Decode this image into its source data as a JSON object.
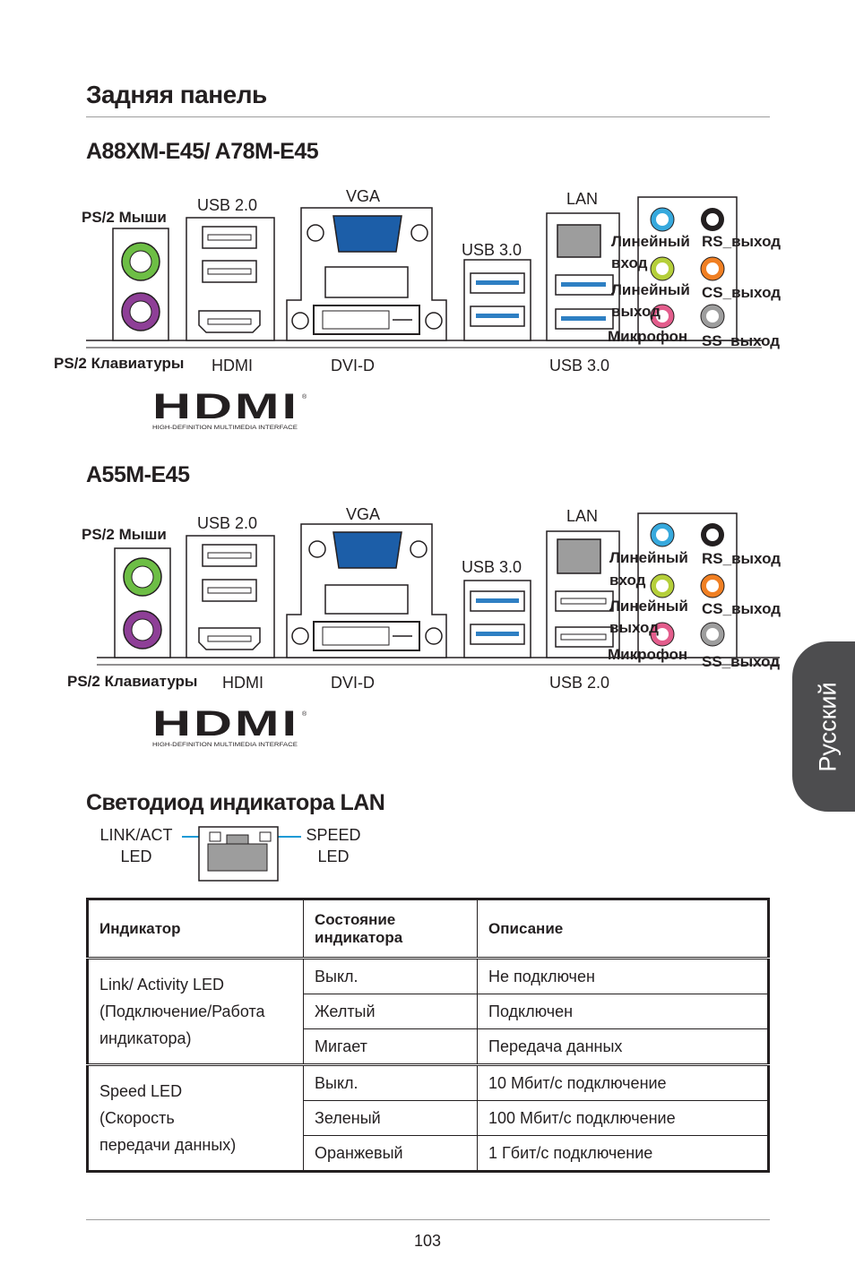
{
  "page_title": "Задняя панель",
  "section1": {
    "model": "A88XM-E45/ A78M-E45",
    "labels": {
      "ps2_mouse": "PS/2 Мыши",
      "usb20": "USB 2.0",
      "vga": "VGA",
      "lan": "LAN",
      "usb30_top": "USB 3.0",
      "ps2_kbd": "PS/2 Клавиатуры",
      "hdmi": "HDMI",
      "dvid": "DVI-D",
      "usb_bottom": "USB 3.0",
      "line_in_1": "Линейный",
      "line_in_2": "вход",
      "line_out_1": "Линейный",
      "line_out_2": "выход",
      "mic": "Микрофон",
      "rs_out": "RS_выход",
      "cs_out": "CS_выход",
      "ss_out": "SS_выход"
    }
  },
  "section2": {
    "model": "A55M-E45",
    "labels": {
      "ps2_mouse": "PS/2 Мыши",
      "usb20": "USB 2.0",
      "vga": "VGA",
      "lan": "LAN",
      "usb30_top": "USB 3.0",
      "ps2_kbd": "PS/2 Клавиатуры",
      "hdmi": "HDMI",
      "dvid": "DVI-D",
      "usb_bottom": "USB 2.0",
      "line_in_1": "Линейный",
      "line_in_2": "вход",
      "line_out_1": "Линейный",
      "line_out_2": "выход",
      "mic": "Микрофон",
      "rs_out": "RS_выход",
      "cs_out": "CS_выход",
      "ss_out": "SS_выход"
    }
  },
  "hdmi_logo": {
    "wordmark": "HDMI",
    "tagline": "HIGH-DEFINITION MULTIMEDIA INTERFACE",
    "reg": "®"
  },
  "lan_led_section": {
    "title": "Светодиод индикатора LAN",
    "link_act_1": "LINK/ACT",
    "link_act_2": "LED",
    "speed_1": "SPEED",
    "speed_2": "LED"
  },
  "table": {
    "headers": [
      "Индикатор",
      "Состояние индикатора",
      "Описание"
    ],
    "header_state_line1": "Состояние",
    "header_state_line2": "индикатора",
    "groups": [
      {
        "indicator_lines": [
          "Link/ Activity LED",
          "(Подключение/Работа",
          "индикатора)"
        ],
        "rows": [
          {
            "state": "Выкл.",
            "desc": "Не подключен"
          },
          {
            "state": "Желтый",
            "desc": "Подключен"
          },
          {
            "state": "Мигает",
            "desc": "Передача данных"
          }
        ]
      },
      {
        "indicator_lines": [
          "Speed LED",
          "(Скорость",
          "передачи данных)"
        ],
        "rows": [
          {
            "state": "Выкл.",
            "desc": "10 Мбит/с подключение"
          },
          {
            "state": "Зеленый",
            "desc": "100 Мбит/с подключение"
          },
          {
            "state": "Оранжевый",
            "desc": "1 Гбит/с подключение"
          }
        ]
      }
    ]
  },
  "side_tab": "Русский",
  "page_number": "103",
  "colors": {
    "ps2_mouse": "#6dbe45",
    "ps2_kbd": "#8e3f97",
    "vga_blue": "#1c5ea8",
    "usb3_blue": "#2e7fc3",
    "audio_blue": "#37a9dd",
    "audio_green": "#b5cf3a",
    "audio_pink": "#e35d8c",
    "audio_orange": "#f07f23",
    "led_line": "#1a9ad6"
  }
}
